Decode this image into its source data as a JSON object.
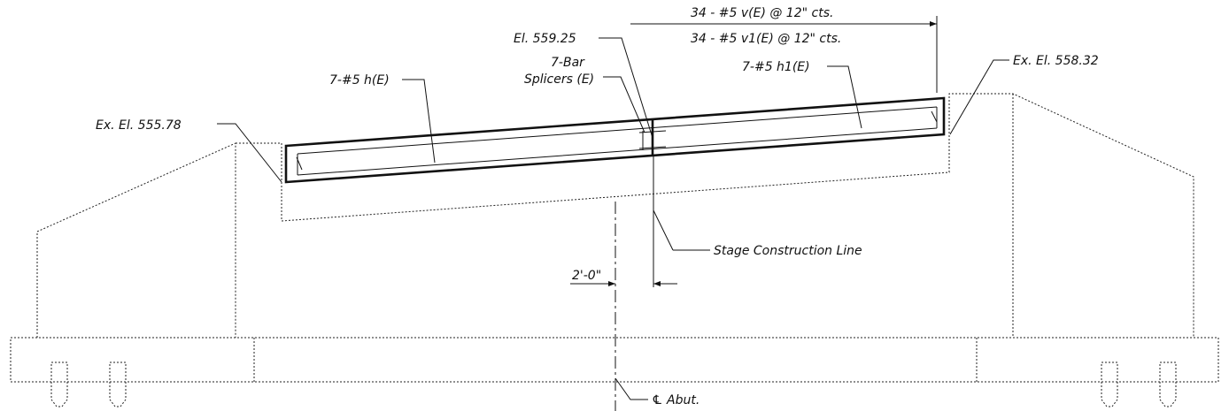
{
  "labels": {
    "bars_v": "34 - #5 v(E) @ 12\" cts.",
    "bars_v1": "34 - #5 v1(E) @ 12\" cts.",
    "elev_top": "El. 559.25",
    "splicer_1": "7-Bar",
    "splicer_2": "Splicers (E)",
    "bar_h": "7-#5 h(E)",
    "bar_h1": "7-#5 h1(E)",
    "ex_elev_right": "Ex. El. 558.32",
    "ex_elev_left": "Ex. El. 555.78",
    "stage_line": "Stage Construction  Line",
    "offset_dim": "2'-0\"",
    "centerline": "℄ Abut."
  }
}
